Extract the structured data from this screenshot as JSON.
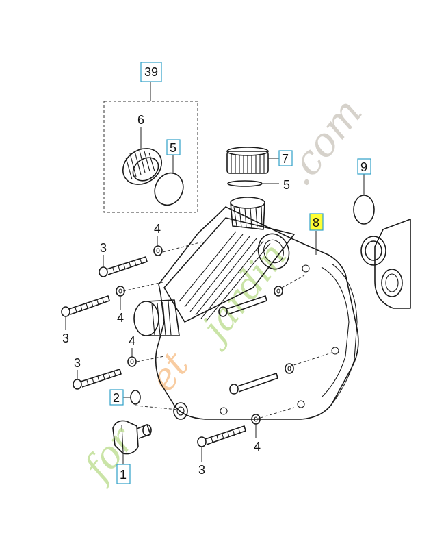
{
  "callouts": {
    "c39": "39",
    "c6": "6",
    "c5a": "5",
    "c7": "7",
    "c5b": "5",
    "c9": "9",
    "c8": "8",
    "c4a": "4",
    "c3a": "3",
    "c4b": "4",
    "c3b": "3",
    "c4c": "4",
    "c3c": "3",
    "c2": "2",
    "c1": "1",
    "c4d": "4",
    "c3d": "3"
  },
  "watermark": {
    "part1": "for",
    "part2": "et",
    "part3": "jardin",
    "part4": ".com"
  },
  "colors": {
    "highlight": "#ffff33",
    "callout_box": "#2fa0c8",
    "watermark_green": "#b9dc8a",
    "watermark_orange": "#f7c08a",
    "watermark_grey": "#c9c3ba"
  }
}
